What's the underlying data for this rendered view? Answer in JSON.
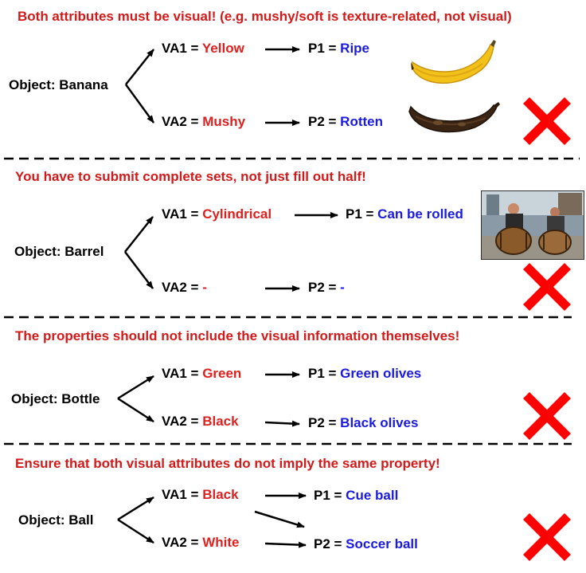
{
  "sections": [
    {
      "heading": "Both attributes must be visual! (e.g. mushy/soft is texture-related, not visual)",
      "object": "Object: Banana",
      "va1": {
        "label": "VA1 = ",
        "value": "Yellow"
      },
      "va2": {
        "label": "VA2 = ",
        "value": "Mushy"
      },
      "p1": {
        "label": "P1 = ",
        "value": "Ripe"
      },
      "p2": {
        "label": "P2 = ",
        "value": "Rotten"
      }
    },
    {
      "heading": "You have to submit complete sets, not just fill out half!",
      "object": "Object: Barrel",
      "va1": {
        "label": "VA1 = ",
        "value": "Cylindrical"
      },
      "va2": {
        "label": "VA2 = ",
        "value": "-"
      },
      "p1": {
        "label": "P1 = ",
        "value": "Can be rolled"
      },
      "p2": {
        "label": "P2 = ",
        "value": "-"
      }
    },
    {
      "heading": "The properties should not include the visual information themselves!",
      "object": "Object: Bottle",
      "va1": {
        "label": "VA1 = ",
        "value": "Green"
      },
      "va2": {
        "label": "VA2 = ",
        "value": "Black"
      },
      "p1": {
        "label": "P1 = ",
        "value": "Green olives"
      },
      "p2": {
        "label": "P2 = ",
        "value": "Black olives"
      }
    },
    {
      "heading": "Ensure that both visual attributes do not imply the same property!",
      "object": "Object: Ball",
      "va1": {
        "label": "VA1 = ",
        "value": "Black"
      },
      "va2": {
        "label": "VA2 = ",
        "value": "White"
      },
      "p1": {
        "label": "P1 = ",
        "value": "Cue ball"
      },
      "p2": {
        "label": "P2 = ",
        "value": "Soccer ball"
      }
    }
  ],
  "colors": {
    "heading": "#d21a1a",
    "attribute": "#e01f1f",
    "property": "#1a1ae0",
    "cross": "#ff0000"
  },
  "icons": [
    "cross-mark-icon",
    "yellow-banana-image",
    "rotten-banana-image",
    "barrel-rolling-photo"
  ]
}
